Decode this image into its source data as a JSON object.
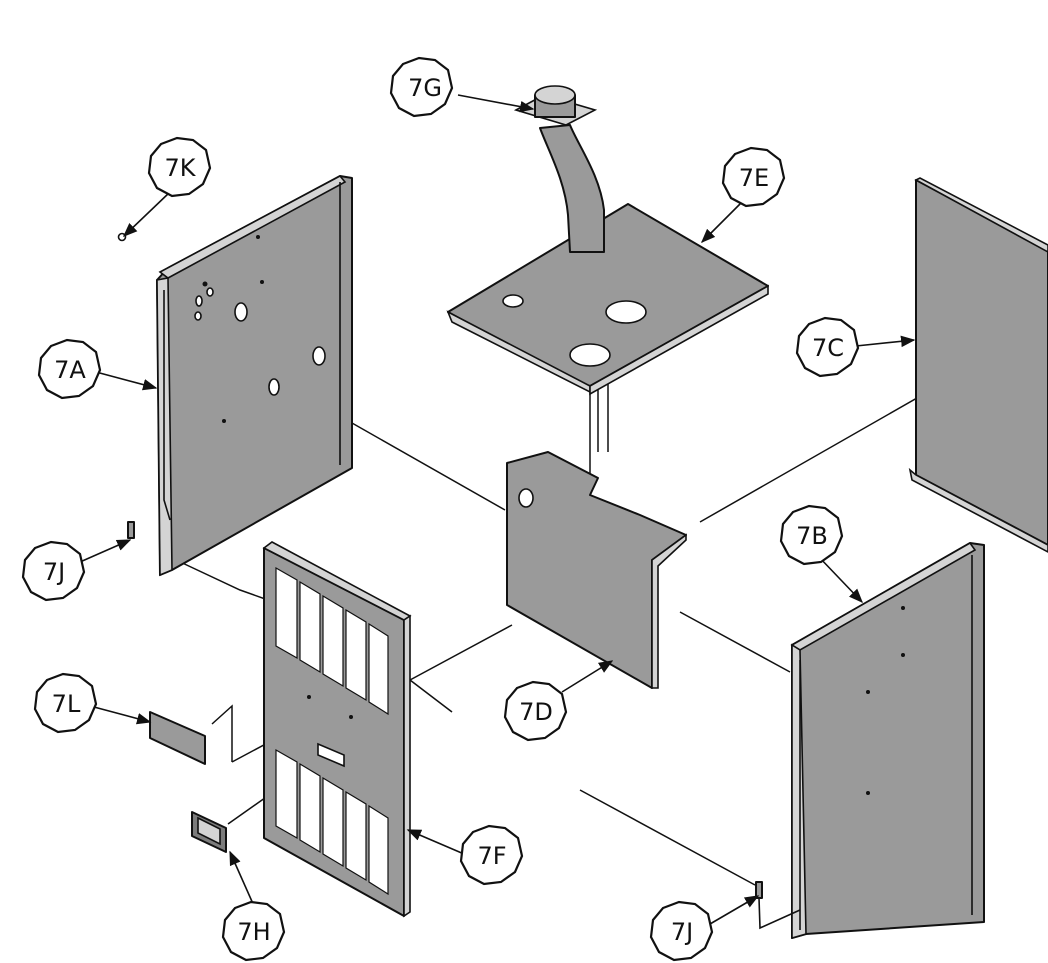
{
  "callouts": {
    "7G": "7G",
    "7K": "7K",
    "7E": "7E",
    "7C": "7C",
    "7A": "7A",
    "7B": "7B",
    "7J_left": "7J",
    "7J_right": "7J",
    "7L": "7L",
    "7D": "7D",
    "7F": "7F",
    "7H": "7H"
  },
  "colors": {
    "panel": "#9a9a9a",
    "outline": "#111111",
    "background": "#ffffff"
  }
}
